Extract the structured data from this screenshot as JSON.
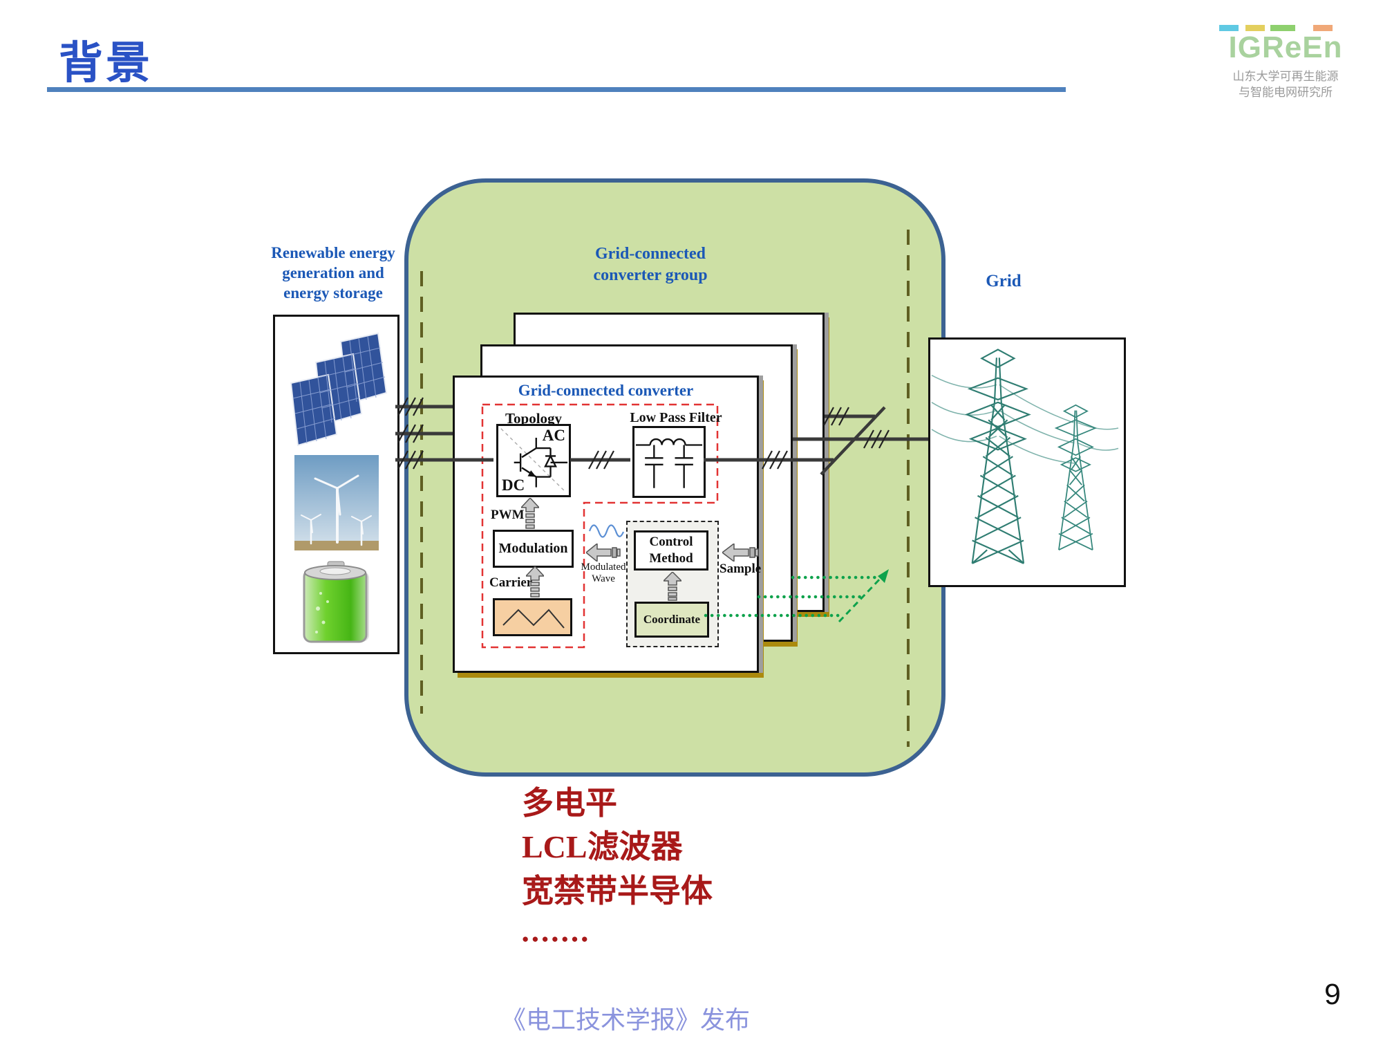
{
  "slide": {
    "title": "背景",
    "page_number": "9",
    "footer_note": "《电工技术学报》发布"
  },
  "logo": {
    "brand": "IGReEn",
    "institute_line1": "山东大学可再生能源",
    "institute_line2": "与智能电网研究所"
  },
  "source_panel": {
    "label": "Renewable energy\ngeneration and\nenergy storage",
    "icons": [
      "solar-panels",
      "wind-turbines",
      "battery"
    ]
  },
  "converter_group": {
    "group_label": "Grid-connected\nconverter group",
    "converter_title": "Grid-connected converter",
    "topology_label": "Topology",
    "ac_label": "AC",
    "dc_label": "DC",
    "pwm_label": "PWM",
    "lpf_label": "Low Pass Filter",
    "modulation_label": "Modulation",
    "carrier_label": "Carrier",
    "modulated_wave_label": "Modulated\nWave",
    "control_method_label": "Control\nMethod",
    "sample_label": "Sample",
    "coordinate_label": "Coordinate"
  },
  "grid": {
    "label": "Grid"
  },
  "highlights": {
    "line1": "多电平",
    "line2": "LCL滤波器",
    "line3": "宽禁带半导体",
    "ellipsis": "●●●●●●●"
  },
  "colors": {
    "title_blue": "#2a52c5",
    "rule_blue": "#4f81bd",
    "label_blue": "#1b58b6",
    "group_fill": "#cde0a5",
    "group_border": "#3c6292",
    "red_dash": "#e23333",
    "olive_dash": "#5f5f22",
    "power_line": "#3a3a3a",
    "green_bus": "#0ea24c",
    "carrier_fill": "#f6cfa2",
    "coordinate_fill": "#dfe7c0",
    "highlight_red": "#a81919",
    "footer_blue": "#8a93dd",
    "tower_teal": "#2f7d72",
    "shadow_olive": "#ab8a0e"
  }
}
